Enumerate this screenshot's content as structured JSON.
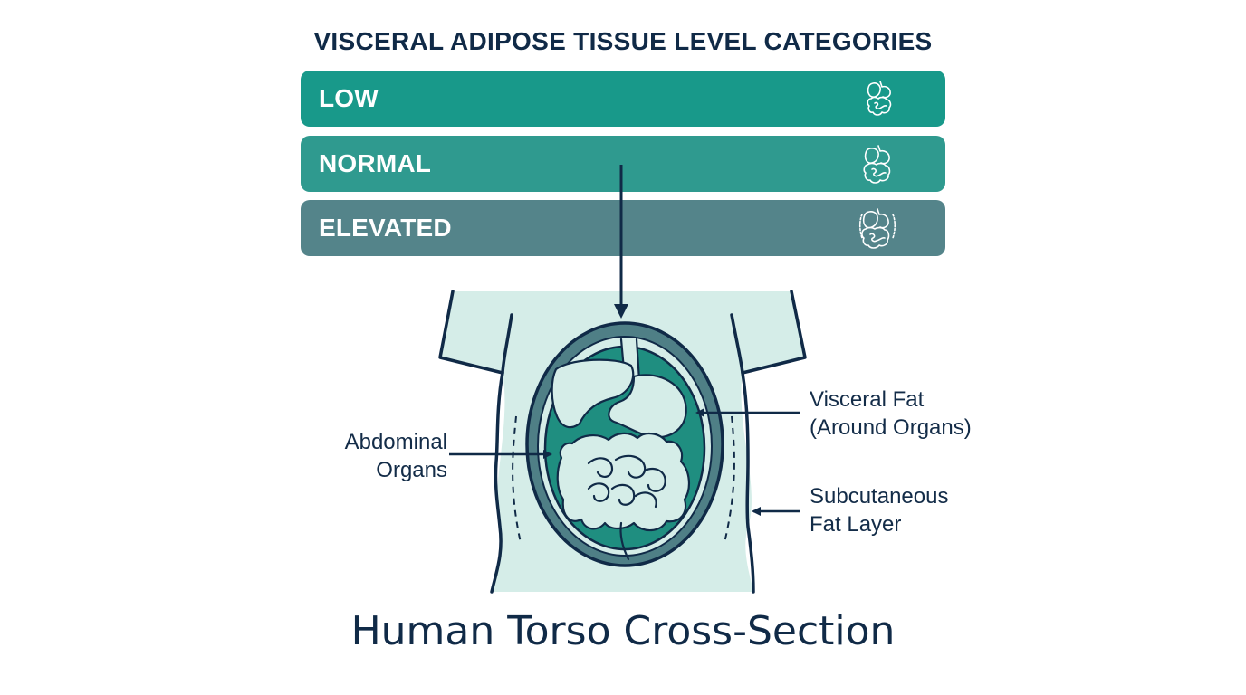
{
  "title": "VISCERAL ADIPOSE TISSUE LEVEL CATEGORIES",
  "categories": [
    {
      "label": "LOW",
      "color": "#18998a",
      "icon": "digestive-organs-icon"
    },
    {
      "label": "NORMAL",
      "color": "#2f9a8f",
      "icon": "digestive-organs-icon"
    },
    {
      "label": "ELEVATED",
      "color": "#54848a",
      "icon": "digestive-organs-icon"
    }
  ],
  "callouts": {
    "abdominal_organs": {
      "line1": "Abdominal",
      "line2": "Organs"
    },
    "visceral_fat": {
      "line1": "Visceral Fat",
      "line2": "(Around Organs)"
    },
    "subcutaneous_fat": {
      "line1": "Subcutaneous",
      "line2": "Fat Layer"
    }
  },
  "diagram_title": "Human Torso Cross-Section",
  "colors": {
    "dark_navy": "#102a47",
    "torso_fill": "#d5ede8",
    "visceral_fat_teal": "#1f8e80",
    "subcutaneous_layer": "#4f7f86"
  }
}
